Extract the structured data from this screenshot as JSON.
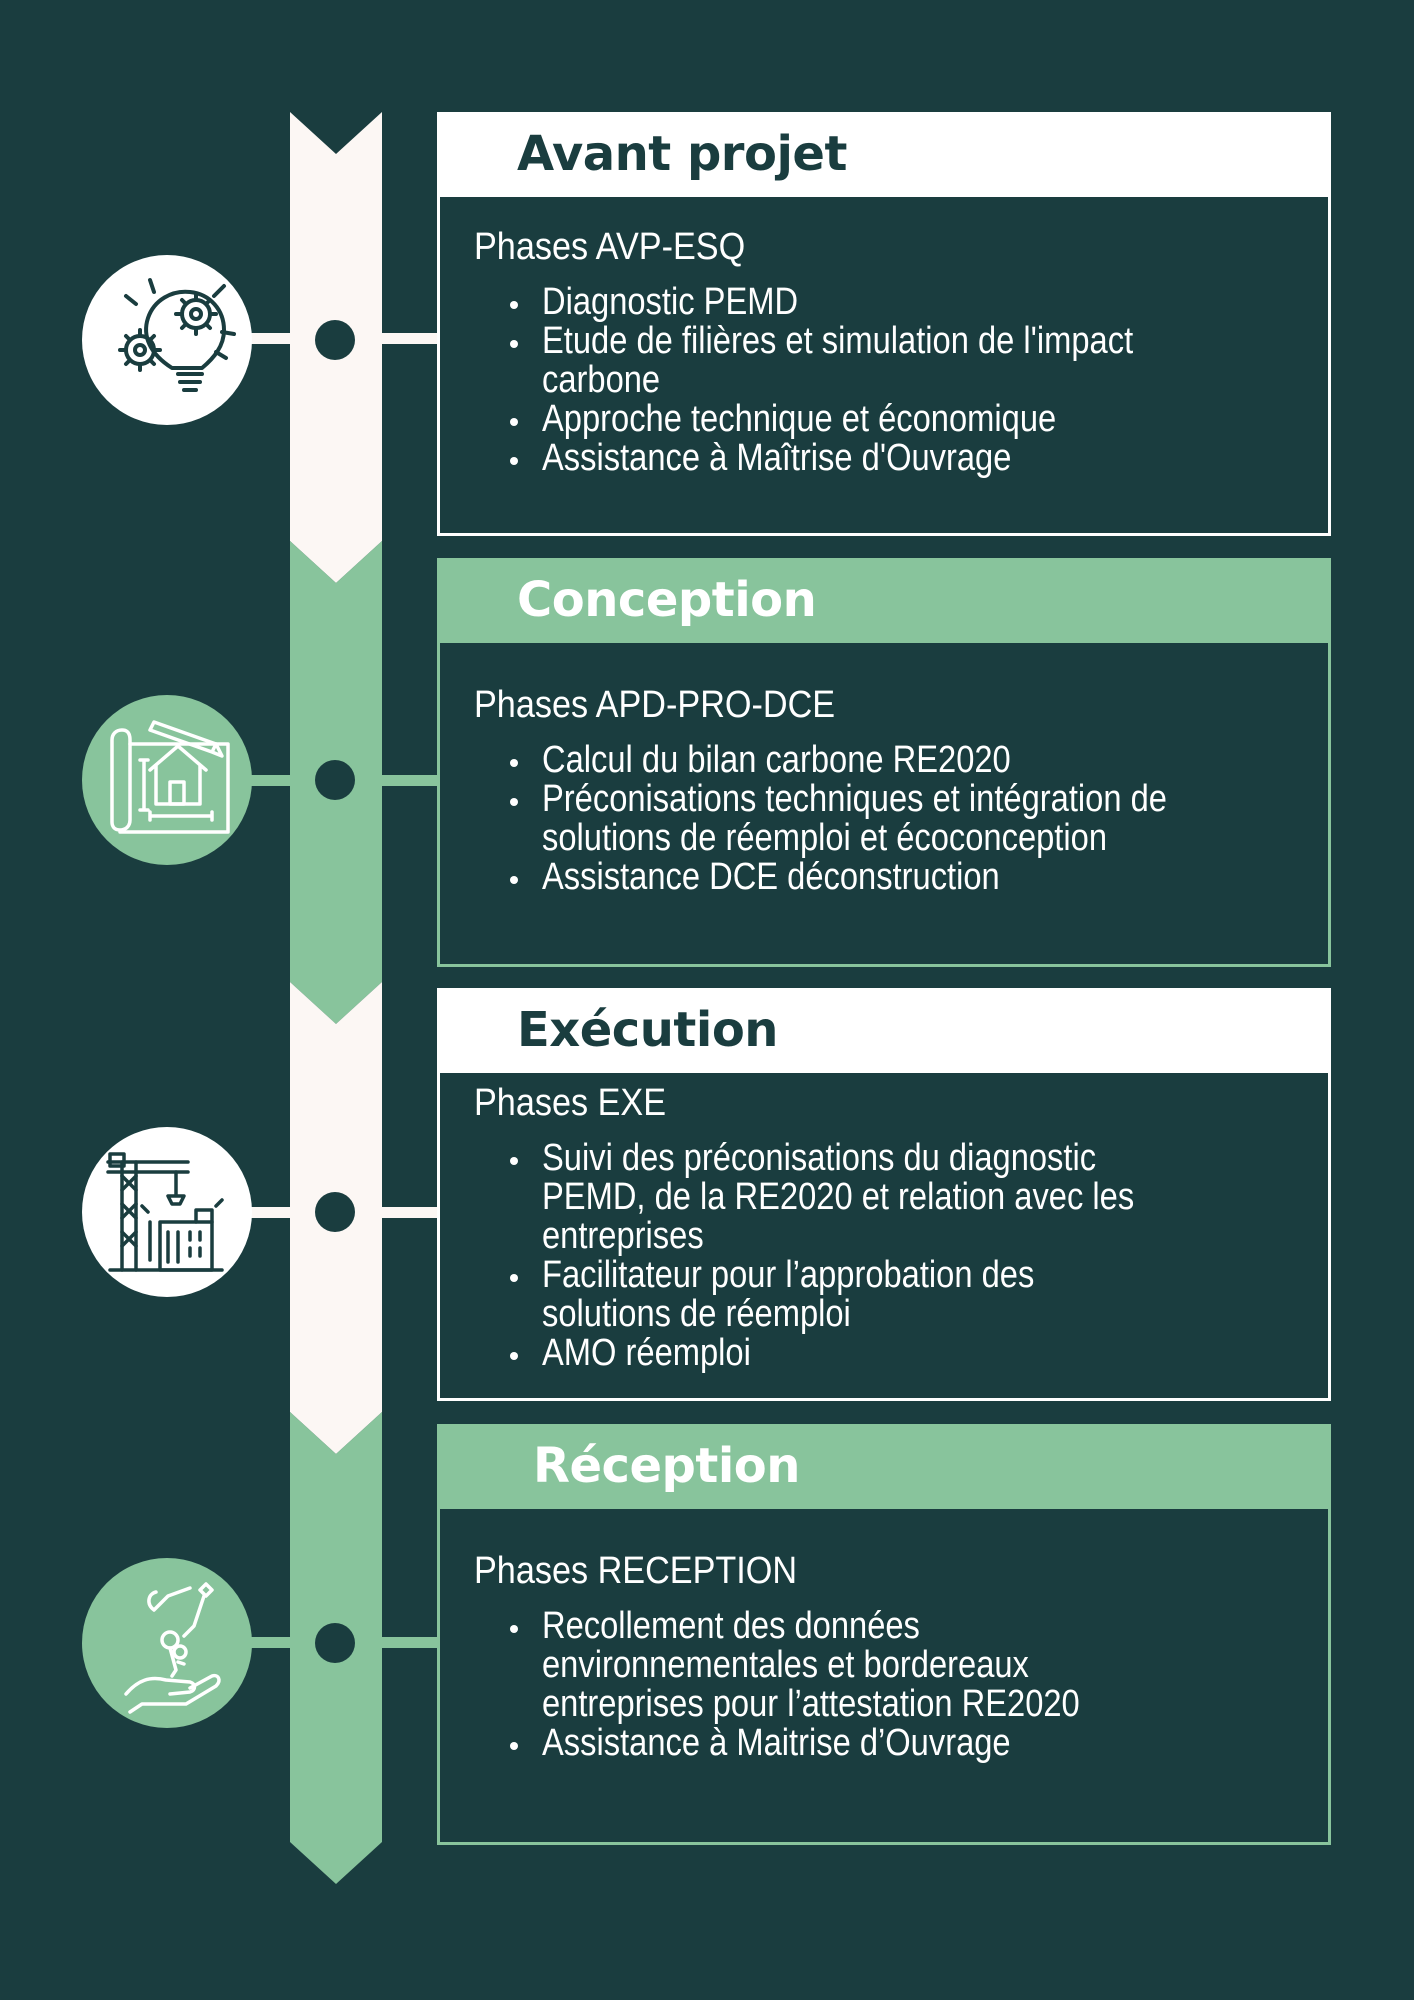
{
  "colors": {
    "background": "#1a3d3f",
    "light": "#ffffff",
    "cream": "#fcf7f4",
    "green": "#88c49c"
  },
  "phases": [
    {
      "title": "Avant projet",
      "subtitle": "Phases AVP-ESQ",
      "items": [
        "Diagnostic PEMD",
        "Etude de filières et  simulation de l'impact carbone",
        "Approche technique et économique",
        "Assistance à Maîtrise d'Ouvrage"
      ],
      "icon": "lightbulb-gears-icon",
      "style": "light"
    },
    {
      "title": "Conception",
      "subtitle": "Phases APD-PRO-DCE",
      "items": [
        "Calcul du bilan carbone RE2020",
        "Préconisations techniques et intégration de solutions de réemploi et écoconception",
        "Assistance DCE déconstruction"
      ],
      "icon": "house-blueprint-icon",
      "style": "green"
    },
    {
      "title": "Exécution",
      "subtitle": "Phases EXE",
      "items": [
        "Suivi des préconisations du diagnostic PEMD, de la RE2020 et relation avec les entreprises",
        "Facilitateur pour l’approbation des solutions de réemploi",
        "AMO réemploi"
      ],
      "icon": "crane-building-icon",
      "style": "light"
    },
    {
      "title": "Réception",
      "subtitle": "Phases RECEPTION",
      "items": [
        "Recollement des données environnementales et bordereaux entreprises pour l’attestation RE2020",
        "Assistance à Maitrise d’Ouvrage"
      ],
      "icon": "keys-hand-icon",
      "style": "green"
    }
  ]
}
